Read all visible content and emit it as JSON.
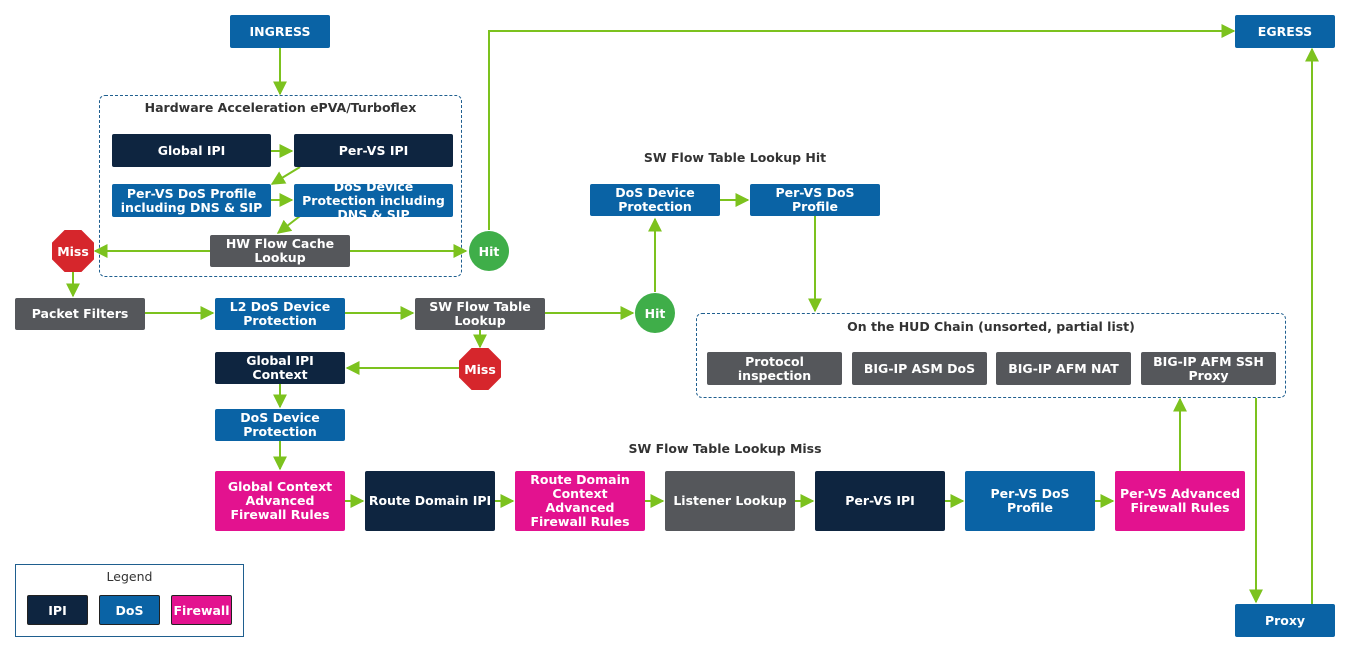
{
  "nodes": {
    "ingress": "INGRESS",
    "egress": "EGRESS",
    "proxy": "Proxy",
    "hw_title": "Hardware Acceleration ePVA/Turboflex",
    "hw_global_ipi": "Global IPI",
    "hw_pervs_ipi": "Per-VS IPI",
    "hw_pervs_dos": "Per-VS DoS Profile including DNS & SIP",
    "hw_dos_device": "DoS Device Protection including DNS & SIP",
    "hw_flow_cache": "HW Flow Cache Lookup",
    "miss_hw": "Miss",
    "hit_hw": "Hit",
    "packet_filters": "Packet Filters",
    "l2_dos": "L2 DoS Device Protection",
    "sw_flow_table": "SW Flow Table Lookup",
    "hit_sw": "Hit",
    "miss_sw": "Miss",
    "global_ipi_context": "Global IPI Context",
    "dos_device_protection_sw": "DoS Device Protection",
    "sw_hit_label": "SW Flow Table Lookup Hit",
    "hit_dos_device": "DoS Device Protection",
    "hit_pervs_dos": "Per-VS DoS Profile",
    "hud_title": "On the HUD Chain (unsorted, partial list)",
    "hud_protocol": "Protocol inspection",
    "hud_asm": "BIG-IP ASM DoS",
    "hud_nat": "BIG-IP AFM NAT",
    "hud_ssh": "BIG-IP AFM SSH Proxy",
    "sw_miss_label": "SW Flow Table Lookup Miss",
    "miss_global_fw": "Global Context Advanced Firewall Rules",
    "miss_route_ipi": "Route Domain IPI",
    "miss_route_fw": "Route Domain Context Advanced Firewall Rules",
    "miss_listener": "Listener Lookup",
    "miss_pervs_ipi": "Per-VS IPI",
    "miss_pervs_dos": "Per-VS DoS Profile",
    "miss_pervs_fw": "Per-VS Advanced Firewall Rules"
  },
  "legend": {
    "title": "Legend",
    "ipi": "IPI",
    "dos": "DoS",
    "firewall": "Firewall"
  },
  "colors": {
    "ipi": "#0e2540",
    "dos": "#0a63a5",
    "firewall": "#e3128f",
    "neutral": "#55575b",
    "arrow": "#7cc21e",
    "hit": "#3fae49",
    "miss": "#d6262c"
  }
}
